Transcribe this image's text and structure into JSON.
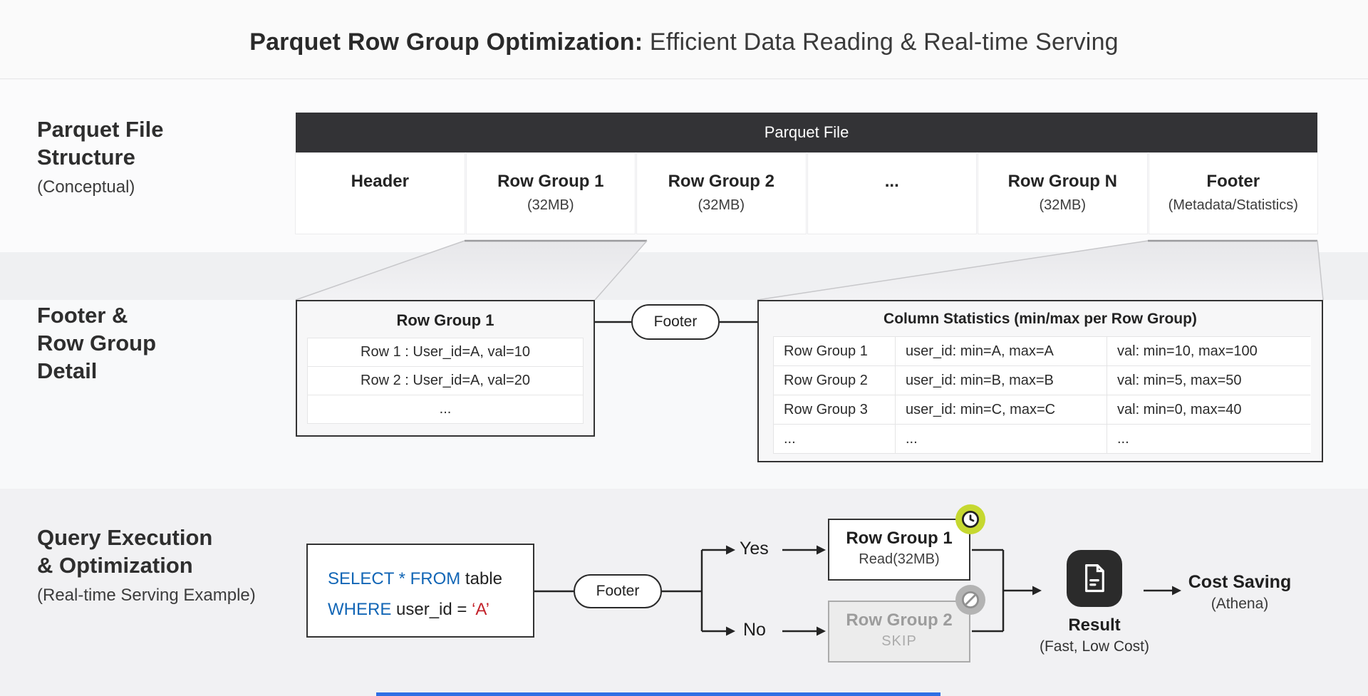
{
  "page": {
    "title_bold": "Parquet Row Group Optimization:",
    "title_regular": " Efficient Data Reading & Real-time Serving"
  },
  "structure": {
    "label": [
      "Parquet File",
      "Structure"
    ],
    "sublabel": "(Conceptual)",
    "file_bar": "Parquet File",
    "cells": [
      {
        "label": "Header",
        "sub": ""
      },
      {
        "label": "Row Group 1",
        "sub": "(32MB)"
      },
      {
        "label": "Row Group 2",
        "sub": "(32MB)"
      },
      {
        "label": "...",
        "sub": ""
      },
      {
        "label": "Row Group N",
        "sub": "(32MB)"
      },
      {
        "label": "Footer",
        "sub": "(Metadata/Statistics)"
      }
    ]
  },
  "detail": {
    "label": [
      "Footer &",
      "Row Group",
      "Detail"
    ],
    "row_group_box": {
      "title": "Row Group 1",
      "rows": [
        "Row 1 : User_id=A, val=10",
        "Row 2 : User_id=A, val=20",
        "..."
      ]
    },
    "footer_pill": "Footer",
    "stats": {
      "title": "Column Statistics (min/max per Row Group)",
      "rows": [
        [
          "Row Group 1",
          "user_id: min=A, max=A",
          "val: min=10, max=100"
        ],
        [
          "Row Group 2",
          "user_id: min=B, max=B",
          "val: min=5, max=50"
        ],
        [
          "Row Group 3",
          "user_id: min=C, max=C",
          "val: min=0, max=40"
        ],
        [
          "...",
          "...",
          "..."
        ]
      ]
    }
  },
  "query": {
    "label": [
      "Query Execution",
      "& Optimization"
    ],
    "sublabel": "(Real-time Serving Example)",
    "sql": {
      "line1_kw": "SELECT * FROM",
      "line1_rest": " table",
      "line2_kw": "WHERE",
      "line2_rest": " user_id = ",
      "line2_literal": "‘A’"
    },
    "footer_pill": "Footer",
    "branch_yes": "Yes",
    "branch_no": "No",
    "read_box": {
      "title": "Row Group 1",
      "sub": "Read(32MB)"
    },
    "skip_box": {
      "title": "Row Group 2",
      "sub": "SKIP"
    },
    "result": {
      "label": "Result",
      "sub": "(Fast, Low Cost)"
    },
    "cost_saving": {
      "label": "Cost Saving",
      "sub": "(Athena)"
    }
  },
  "colors": {
    "header_bar": "#333336",
    "sql_keyword": "#1266b6",
    "sql_literal": "#c3232b",
    "badge_clock": "#c6d830",
    "badge_skip": "#b3b3b3",
    "result_tile": "#2b2b2b",
    "bottom_accent_bar": "#2f6fe4"
  }
}
